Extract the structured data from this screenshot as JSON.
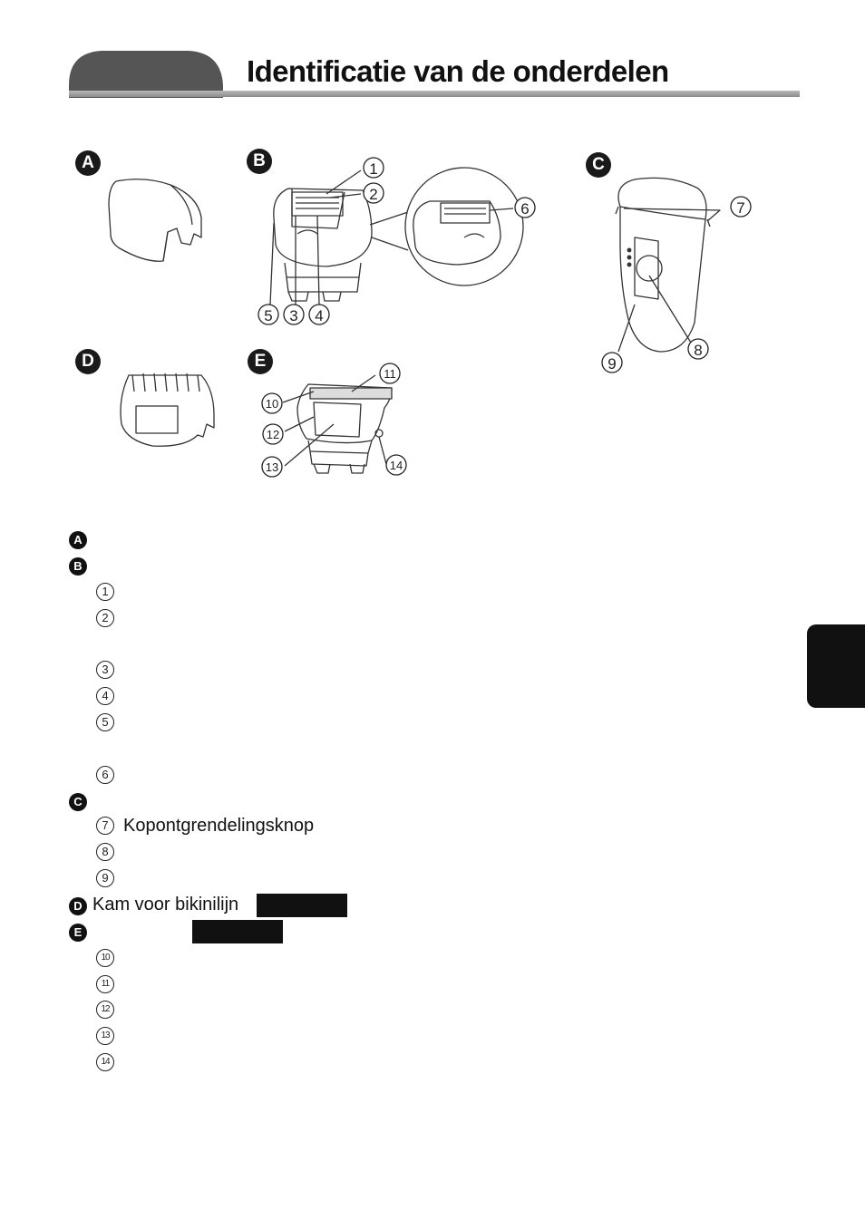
{
  "page": {
    "title": "Identificatie van de onderdelen"
  },
  "figure": {
    "badges": [
      "A",
      "B",
      "C",
      "D",
      "E"
    ],
    "callouts": [
      "1",
      "2",
      "3",
      "4",
      "5",
      "6",
      "7",
      "8",
      "9",
      "10",
      "11",
      "12",
      "13",
      "14"
    ]
  },
  "legend": {
    "A": {
      "badge": "A",
      "label": ""
    },
    "B": {
      "badge": "B",
      "label": "",
      "items": [
        {
          "num": "1",
          "label": ""
        },
        {
          "num": "2",
          "label": ""
        },
        {
          "num": "3",
          "label": ""
        },
        {
          "num": "4",
          "label": ""
        },
        {
          "num": "5",
          "label": ""
        },
        {
          "num": "6",
          "label": ""
        }
      ]
    },
    "C": {
      "badge": "C",
      "label": "",
      "items": [
        {
          "num": "7",
          "label": "Kopontgrendelingsknop"
        },
        {
          "num": "8",
          "label": ""
        },
        {
          "num": "9",
          "label": ""
        }
      ]
    },
    "D": {
      "badge": "D",
      "label": "Kam voor bikinilijn"
    },
    "E": {
      "badge": "E",
      "label": "",
      "items": [
        {
          "num": "10",
          "label": ""
        },
        {
          "num": "11",
          "label": ""
        },
        {
          "num": "12",
          "label": ""
        },
        {
          "num": "13",
          "label": ""
        },
        {
          "num": "14",
          "label": ""
        }
      ]
    }
  },
  "colors": {
    "header_tab": "#555555",
    "rule": "#9a9a9a",
    "badge": "#1a1a1a",
    "side_tab": "#111111"
  }
}
